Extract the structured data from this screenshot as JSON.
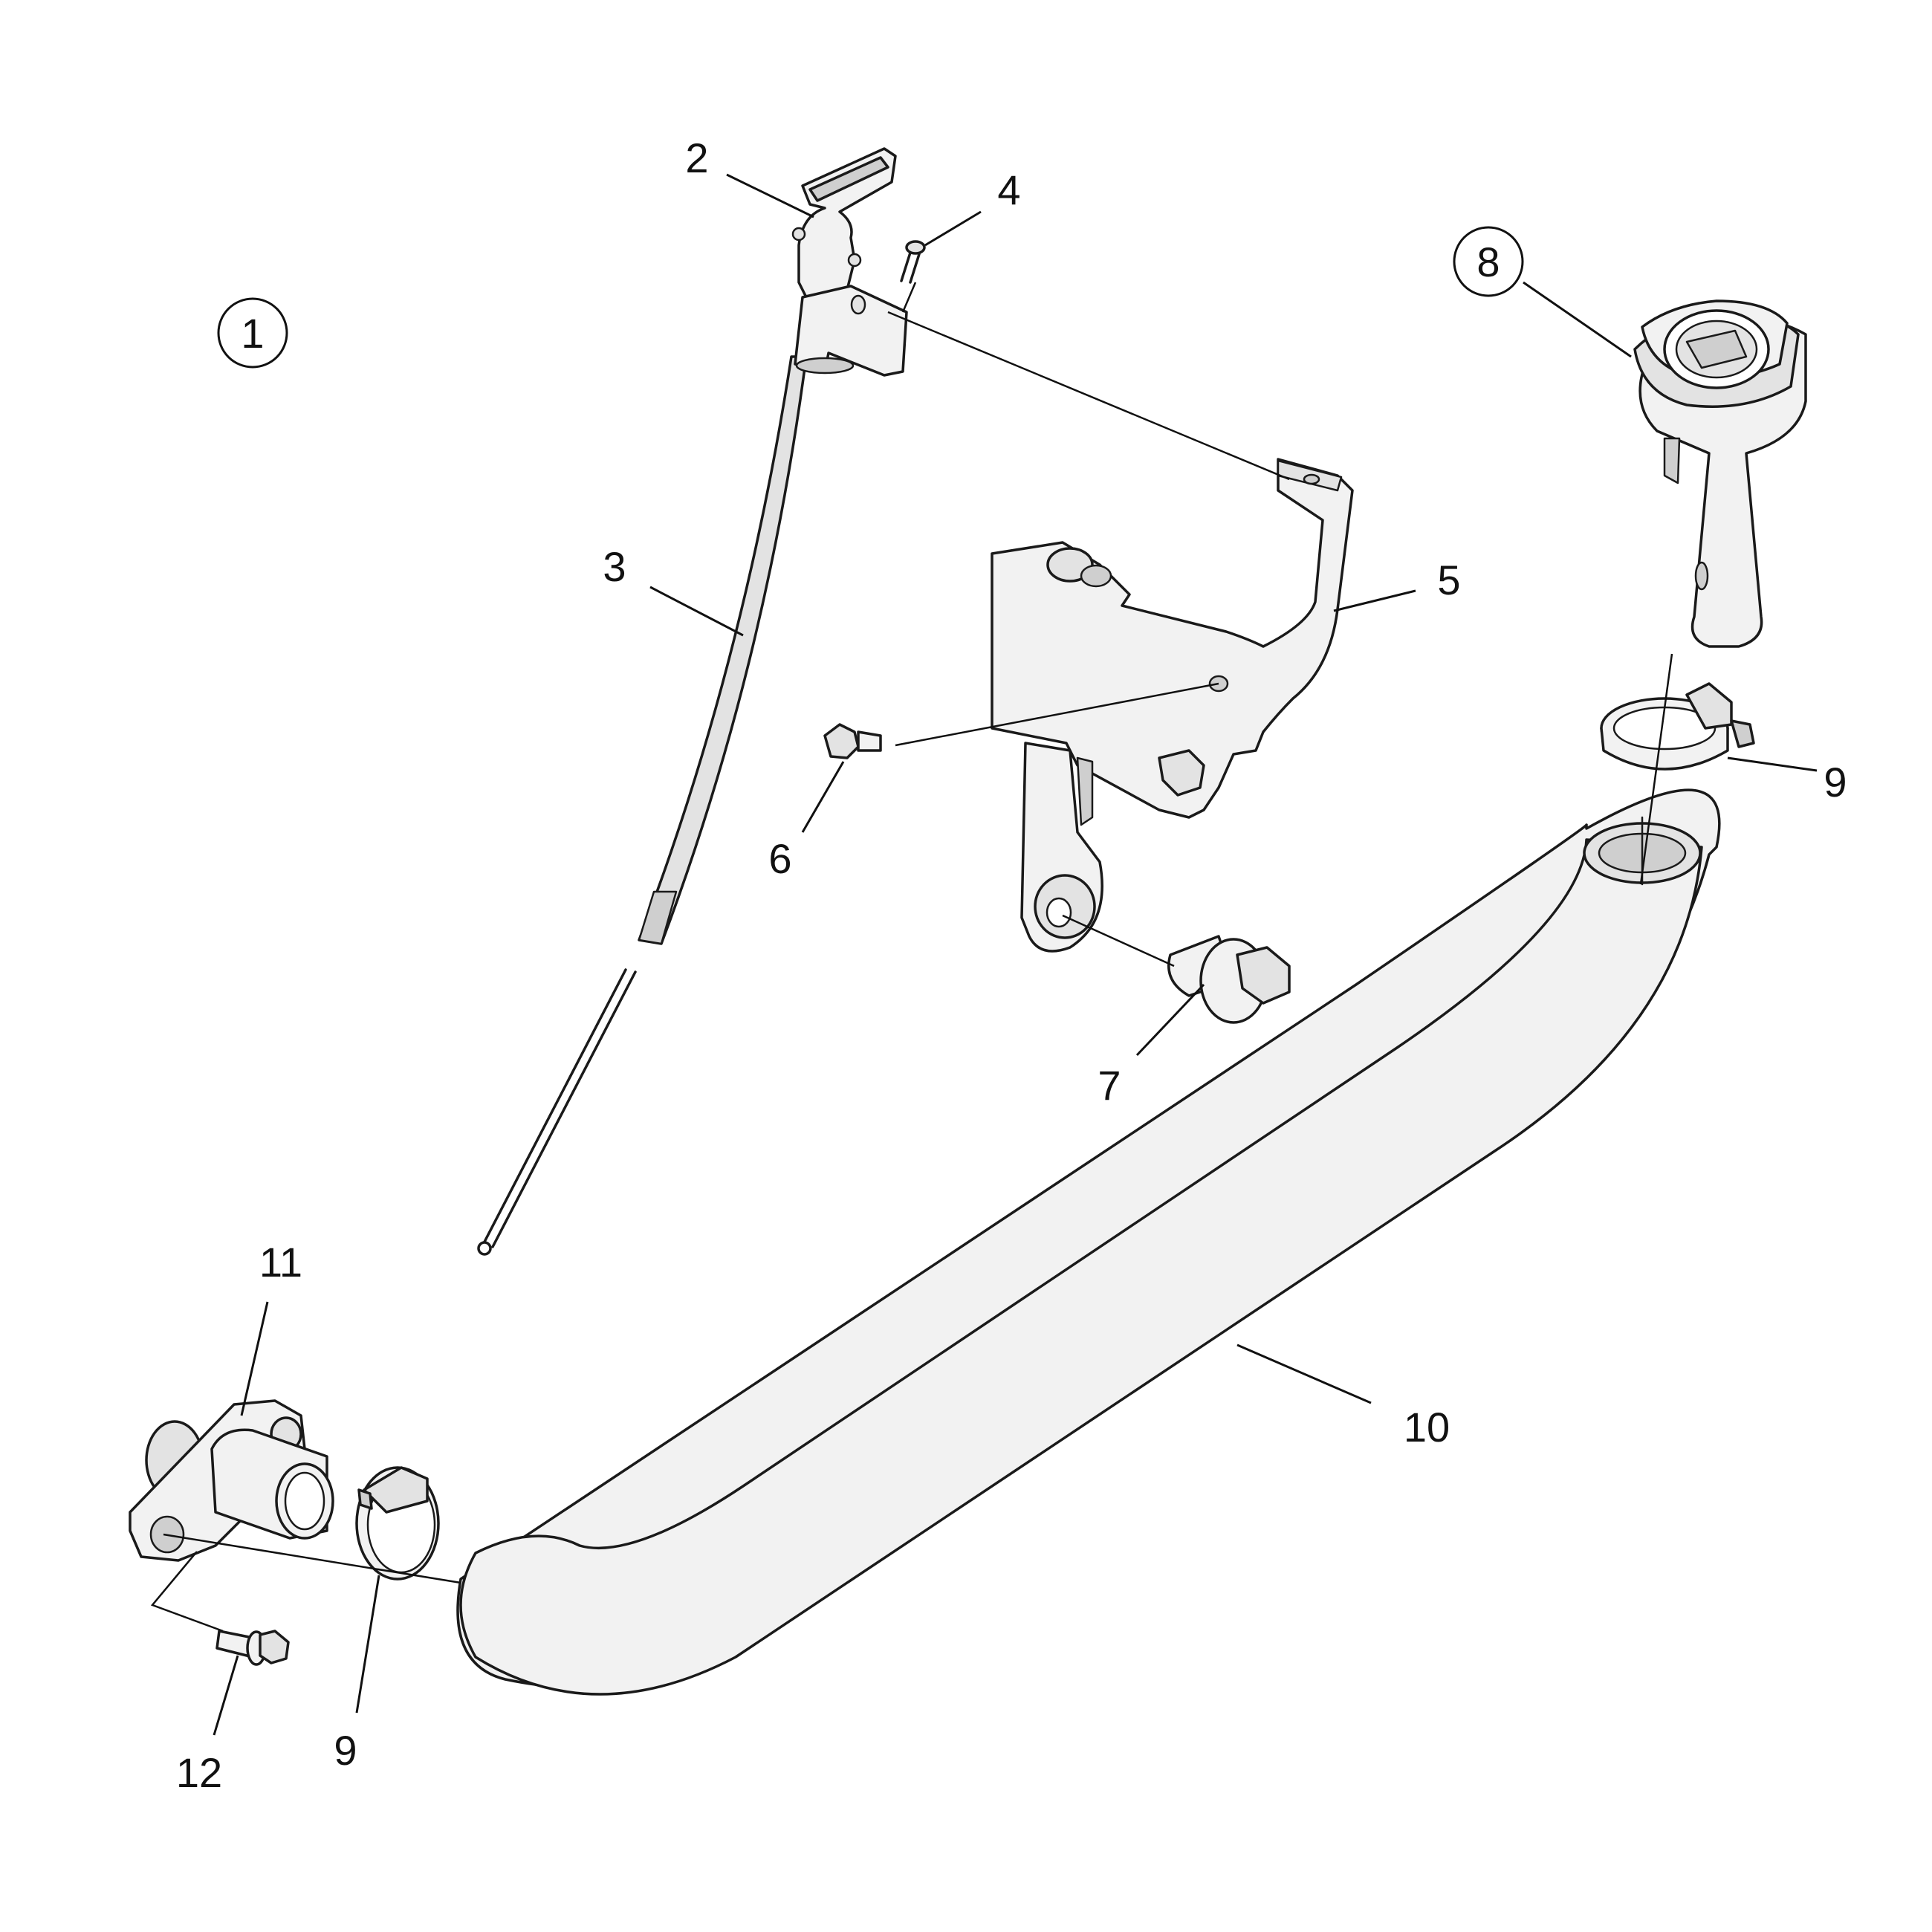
{
  "callouts": {
    "c1": "1",
    "c2": "2",
    "c3": "3",
    "c4": "4",
    "c5": "5",
    "c6": "6",
    "c7": "7",
    "c8": "8",
    "c9a": "9",
    "c9b": "9",
    "c10": "10",
    "c11": "11",
    "c12": "12"
  },
  "colors": {
    "line": "#1a1a1a",
    "part_fill": "#f2f2f2",
    "shade": "#cfcfcf"
  }
}
